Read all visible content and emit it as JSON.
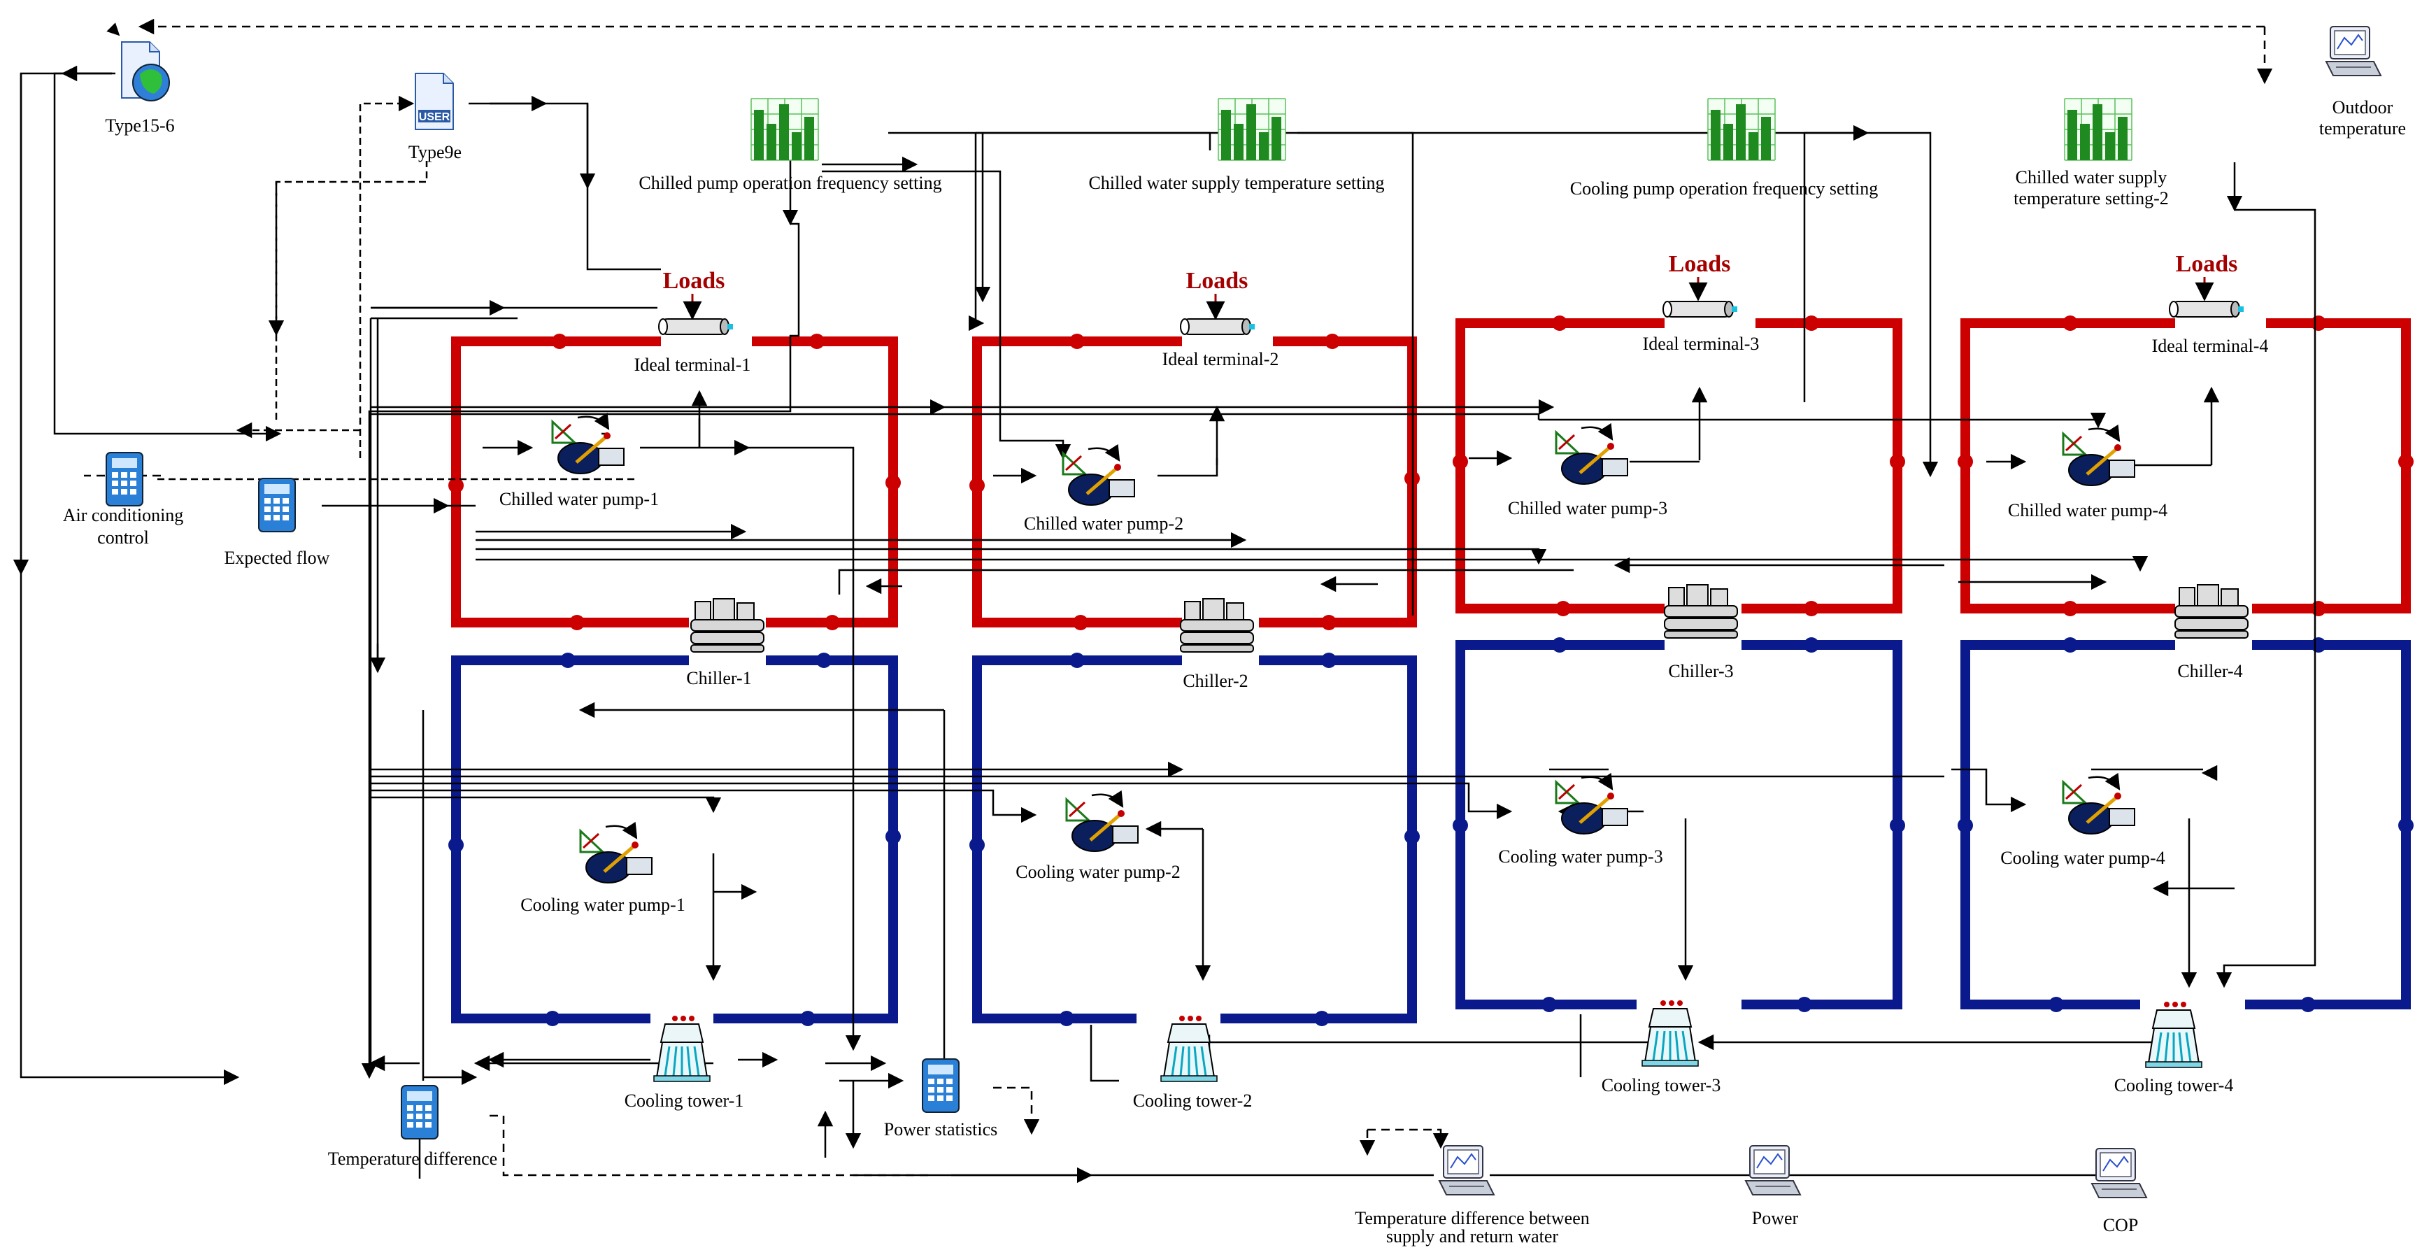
{
  "colors": {
    "chilled_loop": "#cc0000",
    "cooling_loop": "#0a1a8c",
    "link": "#000000",
    "loads_text": "#a50000",
    "bar_green": "#1f8a1f"
  },
  "labels": {
    "type15": "Type15-6",
    "type9e": "Type9e",
    "user": "USER",
    "chilled_pump_freq": "Chilled pump  operation frequency setting",
    "chilled_supply_temp": "Chilled water supply temperature setting",
    "cooling_pump_freq": "Cooling pump  operation frequency setting",
    "chilled_supply_temp2_line1": "Chilled water supply",
    "chilled_supply_temp2_line2": "temperature setting-2",
    "outdoor_line1": "Outdoor",
    "outdoor_line2": "temperature",
    "ac_control_line1": "Air conditioning",
    "ac_control_line2": "control",
    "expected_flow": "Expected flow",
    "loads": "Loads",
    "ideal_terminal_1": "Ideal terminal-1",
    "ideal_terminal_2": "Ideal terminal-2",
    "ideal_terminal_3": "Ideal terminal-3",
    "ideal_terminal_4": "Ideal terminal-4",
    "chilled_pump_1": "Chilled water pump-1",
    "chilled_pump_2": "Chilled water pump-2",
    "chilled_pump_3": "Chilled water pump-3",
    "chilled_pump_4": "Chilled water pump-4",
    "chiller_1": "Chiller-1",
    "chiller_2": "Chiller-2",
    "chiller_3": "Chiller-3",
    "chiller_4": "Chiller-4",
    "cooling_pump_1": "Cooling water pump-1",
    "cooling_pump_2": "Cooling water pump-2",
    "cooling_pump_3": "Cooling water pump-3",
    "cooling_pump_4": "Cooling water pump-4",
    "cooling_tower_1": "Cooling tower-1",
    "cooling_tower_2": "Cooling tower-2",
    "cooling_tower_3": "Cooling tower-3",
    "cooling_tower_4": "Cooling tower-4",
    "temperature_difference": "Temperature difference",
    "power_statistics": "Power statistics",
    "temp_diff_supply_return_line1": "Temperature difference between",
    "temp_diff_supply_return_line2": "supply and return water",
    "power": "Power",
    "cop": "COP"
  },
  "icons": {
    "weather": "globe-document-icon",
    "user_type": "user-document-icon",
    "schedule": "green-bar-chart-icon",
    "calculator": "calculator-icon",
    "plotter": "online-plotter-icon",
    "pump": "pump-icon",
    "chiller": "chiller-icon",
    "tower": "cooling-tower-icon",
    "terminal": "load-terminal-icon"
  }
}
